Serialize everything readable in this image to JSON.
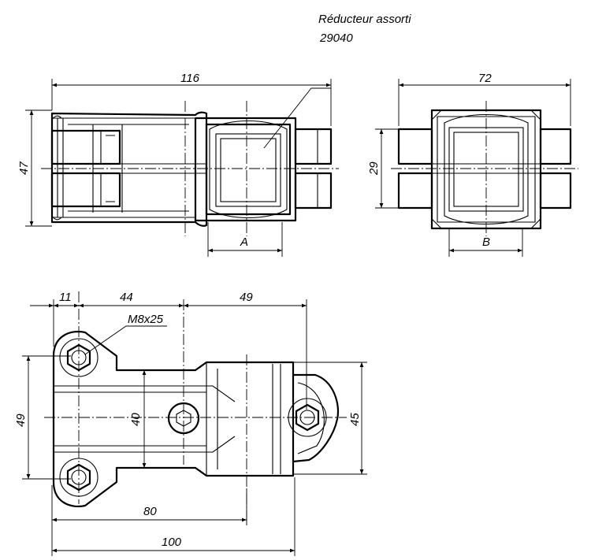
{
  "annotations": {
    "reducer_note_line1": "Réducteur assorti",
    "reducer_note_line2": "29040",
    "screw_spec": "M8x25"
  },
  "dimensions": {
    "top_left_width": "116",
    "top_left_height": "47",
    "top_left_ref": "A",
    "top_right_width": "72",
    "top_right_height": "29",
    "top_right_ref": "B",
    "plan_d1": "11",
    "plan_d2": "44",
    "plan_d3": "49",
    "plan_left_height": "49",
    "plan_inner_height": "40",
    "plan_right_height": "45",
    "plan_len_80": "80",
    "plan_len_100": "100"
  }
}
